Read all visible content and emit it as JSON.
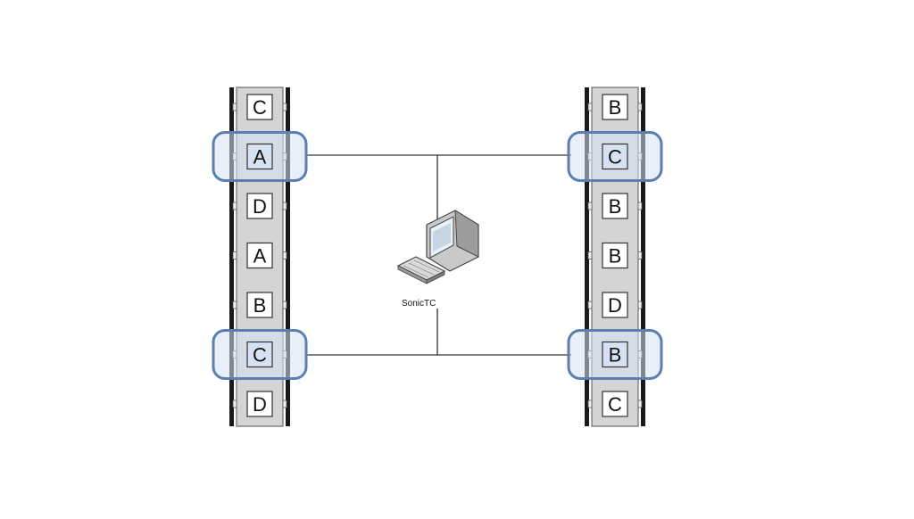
{
  "diagram": {
    "computer": {
      "label": "SonicTC",
      "icon": "desktop-computer-icon"
    },
    "conveyors": [
      {
        "id": "left",
        "slots": [
          {
            "label": "C",
            "selected": false
          },
          {
            "label": "A",
            "selected": true
          },
          {
            "label": "D",
            "selected": false
          },
          {
            "label": "A",
            "selected": false
          },
          {
            "label": "B",
            "selected": false
          },
          {
            "label": "C",
            "selected": true
          },
          {
            "label": "D",
            "selected": false
          }
        ]
      },
      {
        "id": "right",
        "slots": [
          {
            "label": "B",
            "selected": false
          },
          {
            "label": "C",
            "selected": true
          },
          {
            "label": "B",
            "selected": false
          },
          {
            "label": "B",
            "selected": false
          },
          {
            "label": "D",
            "selected": false
          },
          {
            "label": "B",
            "selected": true
          },
          {
            "label": "C",
            "selected": false
          }
        ]
      }
    ],
    "colors": {
      "selection_outline": "#5b7fb0",
      "selected_fill": "#d6e2f2",
      "belt_fill": "#d4d4d4",
      "line": "#333333"
    }
  }
}
